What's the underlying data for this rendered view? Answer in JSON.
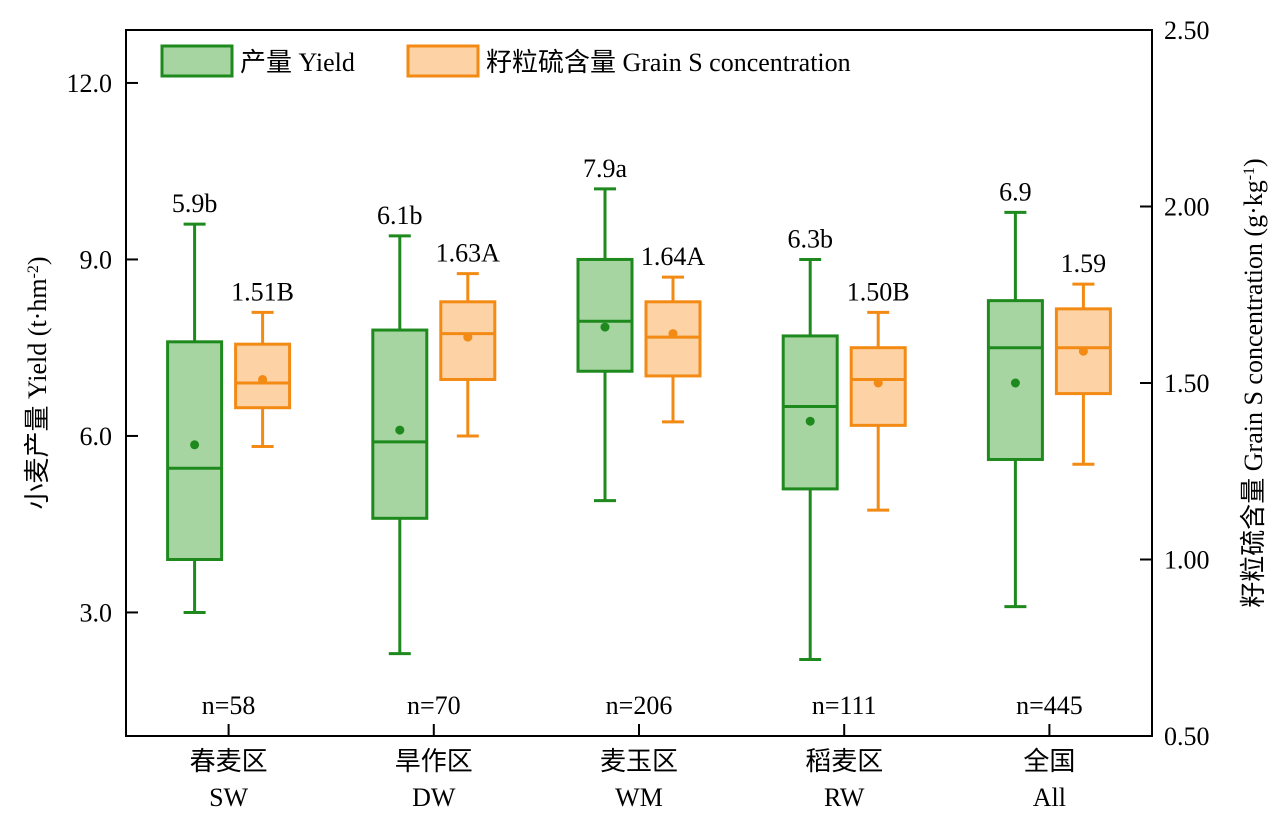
{
  "chart_data": {
    "type": "box",
    "title": "",
    "categories": [
      {
        "cn": "春麦区",
        "en": "SW"
      },
      {
        "cn": "旱作区",
        "en": "DW"
      },
      {
        "cn": "麦玉区",
        "en": "WM"
      },
      {
        "cn": "稻麦区",
        "en": "RW"
      },
      {
        "cn": "全国",
        "en": "All"
      }
    ],
    "n_labels": [
      "n=58",
      "n=70",
      "n=206",
      "n=111",
      "n=445"
    ],
    "left_axis": {
      "label": "小麦产量 Yield (t·hm⁻²)",
      "range": [
        0.9,
        12.9
      ],
      "ticks": [
        3.0,
        6.0,
        9.0,
        12.0
      ],
      "tick_labels": [
        "3.0",
        "6.0",
        "9.0",
        "12.0"
      ]
    },
    "right_axis": {
      "label": "籽粒硫含量 Grain S concentration (g·kg⁻¹)",
      "range": [
        0.5,
        2.5
      ],
      "ticks": [
        0.5,
        1.0,
        1.5,
        2.0,
        2.5
      ],
      "tick_labels": [
        "0.50",
        "1.00",
        "1.50",
        "2.00",
        "2.50"
      ]
    },
    "series": [
      {
        "name": "产量 Yield",
        "axis": "left",
        "stroke": "#1e8a1e",
        "fill": "#a6d5a2",
        "boxes": [
          {
            "min": 3.0,
            "q1": 3.9,
            "median": 5.45,
            "q3": 7.6,
            "max": 9.6,
            "mean": 5.85,
            "label": "5.9b"
          },
          {
            "min": 2.3,
            "q1": 4.6,
            "median": 5.9,
            "q3": 7.8,
            "max": 9.4,
            "mean": 6.1,
            "label": "6.1b"
          },
          {
            "min": 4.9,
            "q1": 7.1,
            "median": 7.95,
            "q3": 9.0,
            "max": 10.2,
            "mean": 7.85,
            "label": "7.9a"
          },
          {
            "min": 2.2,
            "q1": 5.1,
            "median": 6.5,
            "q3": 7.7,
            "max": 9.0,
            "mean": 6.25,
            "label": "6.3b"
          },
          {
            "min": 3.1,
            "q1": 5.6,
            "median": 7.5,
            "q3": 8.3,
            "max": 9.8,
            "mean": 6.9,
            "label": "6.9"
          }
        ]
      },
      {
        "name": "籽粒硫含量 Grain S concentration",
        "axis": "right",
        "stroke": "#f28a14",
        "fill": "#fdd3a6",
        "boxes": [
          {
            "min": 1.32,
            "q1": 1.43,
            "median": 1.5,
            "q3": 1.61,
            "max": 1.7,
            "mean": 1.51,
            "label": "1.51B"
          },
          {
            "min": 1.35,
            "q1": 1.51,
            "median": 1.64,
            "q3": 1.73,
            "max": 1.81,
            "mean": 1.63,
            "label": "1.63A"
          },
          {
            "min": 1.39,
            "q1": 1.52,
            "median": 1.63,
            "q3": 1.73,
            "max": 1.8,
            "mean": 1.64,
            "label": "1.64A"
          },
          {
            "min": 1.14,
            "q1": 1.38,
            "median": 1.51,
            "q3": 1.6,
            "max": 1.7,
            "mean": 1.5,
            "label": "1.50B"
          },
          {
            "min": 1.27,
            "q1": 1.47,
            "median": 1.6,
            "q3": 1.71,
            "max": 1.78,
            "mean": 1.59,
            "label": "1.59"
          }
        ]
      }
    ],
    "legend": {
      "placement": "top-left"
    },
    "grid": false
  }
}
